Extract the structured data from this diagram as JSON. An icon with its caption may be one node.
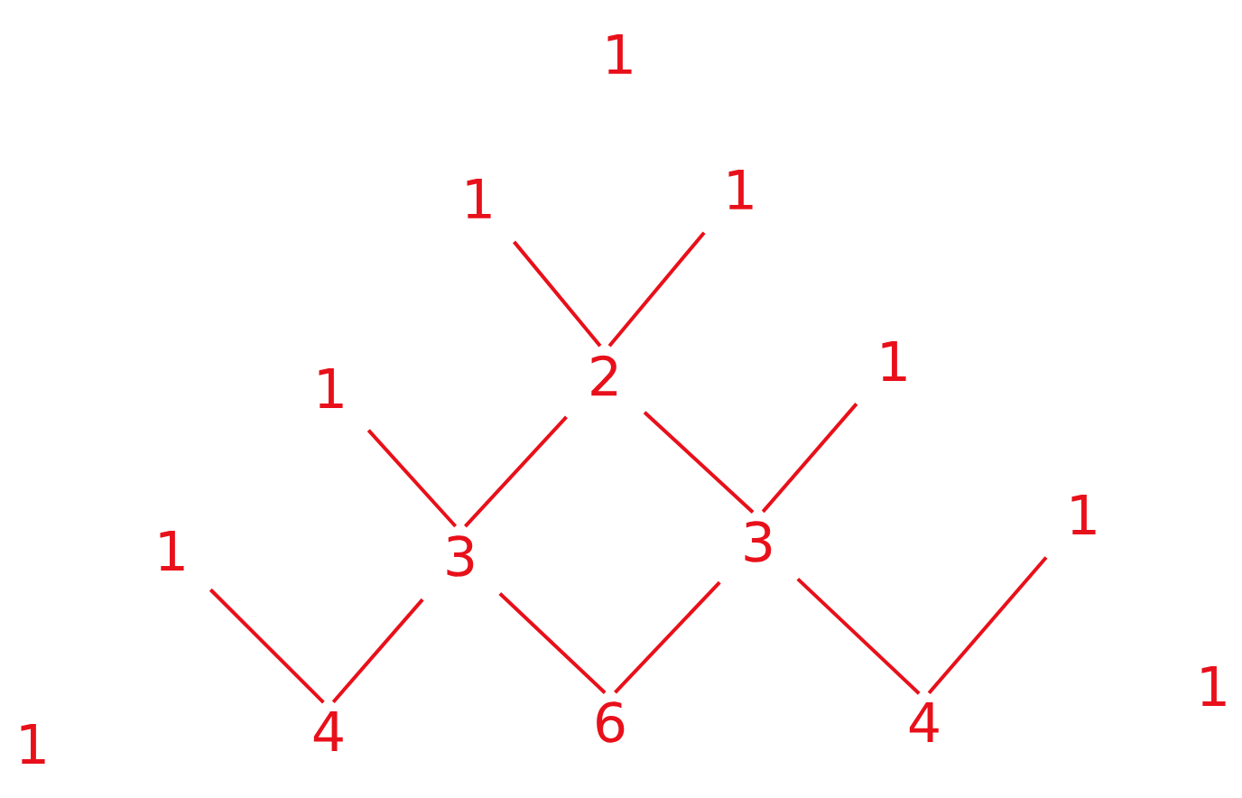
{
  "diagram": {
    "nodes": [
      {
        "text": [
          "1"
        ]
      },
      {
        "text": [
          "1"
        ]
      },
      {
        "text": [
          "1"
        ]
      },
      {
        "text": [
          "1"
        ]
      },
      {
        "text": [
          "2"
        ]
      },
      {
        "text": [
          "1"
        ]
      },
      {
        "text": [
          "1"
        ]
      },
      {
        "text": [
          "3"
        ]
      },
      {
        "text": [
          "3"
        ]
      },
      {
        "text": [
          "1"
        ]
      },
      {
        "text": [
          "1"
        ]
      },
      {
        "text": [
          "4"
        ]
      },
      {
        "text": [
          "6"
        ]
      },
      {
        "text": [
          "4"
        ]
      },
      {
        "text": [
          "1"
        ]
      }
    ],
    "edges": [
      {
        "from": 1,
        "to": 4,
        "arrow": "none"
      },
      {
        "from": 2,
        "to": 4,
        "arrow": "none"
      },
      {
        "from": 3,
        "to": 7,
        "arrow": "none"
      },
      {
        "from": 4,
        "to": 7,
        "arrow": "none"
      },
      {
        "from": 4,
        "to": 8,
        "arrow": "none"
      },
      {
        "from": 5,
        "to": 8,
        "arrow": "none"
      },
      {
        "from": 6,
        "to": 11,
        "arrow": "none"
      },
      {
        "from": 7,
        "to": 11,
        "arrow": "none"
      },
      {
        "from": 7,
        "to": 12,
        "arrow": "none"
      },
      {
        "from": 8,
        "to": 12,
        "arrow": "none"
      },
      {
        "from": 8,
        "to": 13,
        "arrow": "none"
      },
      {
        "from": 9,
        "to": 13,
        "arrow": "none"
      }
    ]
  }
}
